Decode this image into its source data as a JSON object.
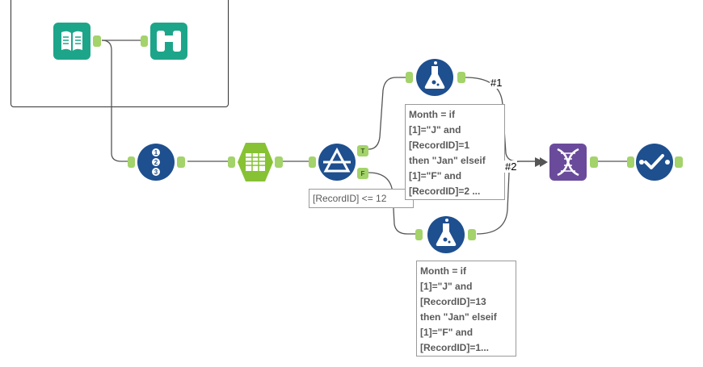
{
  "colors": {
    "teal": "#1da58a",
    "navy": "#1e4f8f",
    "green_tool": "#86c234",
    "purple": "#6a4b9b",
    "anchor": "#a3d36a",
    "wire": "#555555"
  },
  "tools": [
    {
      "id": "input",
      "icon": "book-icon"
    },
    {
      "id": "browse",
      "icon": "binoculars-icon"
    },
    {
      "id": "record-id",
      "icon": "numbered-list-icon"
    },
    {
      "id": "select",
      "icon": "columns-icon"
    },
    {
      "id": "filter",
      "icon": "filter-triangle-icon"
    },
    {
      "id": "formula-true",
      "icon": "flask-icon"
    },
    {
      "id": "formula-false",
      "icon": "flask-icon"
    },
    {
      "id": "union",
      "icon": "dna-icon"
    },
    {
      "id": "output",
      "icon": "checkmark-icon"
    }
  ],
  "filter": {
    "true_anchor": "T",
    "false_anchor": "F",
    "expression": "[RecordID] <= 12"
  },
  "annotations": {
    "formula_true": [
      "Month = if",
      "[1]=\"J\" and",
      "[RecordID]=1",
      "then \"Jan\" elseif",
      "[1]=\"F\" and",
      "[RecordID]=2 ..."
    ],
    "formula_false": [
      "Month = if",
      "[1]=\"J\" and",
      "[RecordID]=13",
      "then \"Jan\" elseif",
      "[1]=\"F\" and",
      "[RecordID]=1..."
    ]
  },
  "connection_labels": {
    "union_input_1": "#1",
    "union_input_2": "#2"
  }
}
